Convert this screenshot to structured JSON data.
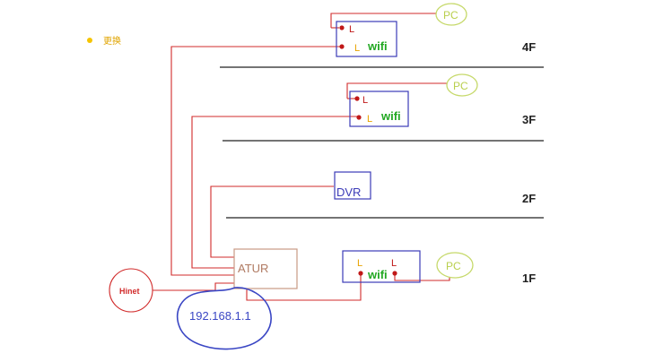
{
  "legend": {
    "label": "更换",
    "dot_color": "#f5c400"
  },
  "floors": [
    {
      "label": "4F"
    },
    {
      "label": "3F"
    },
    {
      "label": "2F"
    },
    {
      "label": "1F"
    }
  ],
  "devices": {
    "router": {
      "label": "ATUR",
      "ip": "192.168.1.1"
    },
    "hinet": {
      "label": "Hinet"
    },
    "dvr": {
      "label": "DVR"
    },
    "wifi_4f": {
      "label": "wifi",
      "port_top": "L",
      "port_bottom": "L"
    },
    "wifi_3f": {
      "label": "wifi",
      "port_top": "L",
      "port_bottom": "L"
    },
    "wifi_1f": {
      "label": "wifi",
      "port_left": "L",
      "port_right": "L"
    },
    "pc_4f": {
      "label": "PC"
    },
    "pc_3f": {
      "label": "PC"
    },
    "pc_1f": {
      "label": "PC"
    }
  },
  "colors": {
    "wire": "#d12b2b",
    "box": "#3b3bb8",
    "wifi_text": "#22a822",
    "pc": "#c6d96a",
    "pc_text": "#b9cf4c",
    "router_box": "#c89a84",
    "router_text": "#b07a62",
    "ip_circle": "#3a46c4",
    "ip_text": "#3a46c4",
    "floor_line": "#222222",
    "port_l_red": "#c01818",
    "port_l_orange": "#e8a300"
  }
}
